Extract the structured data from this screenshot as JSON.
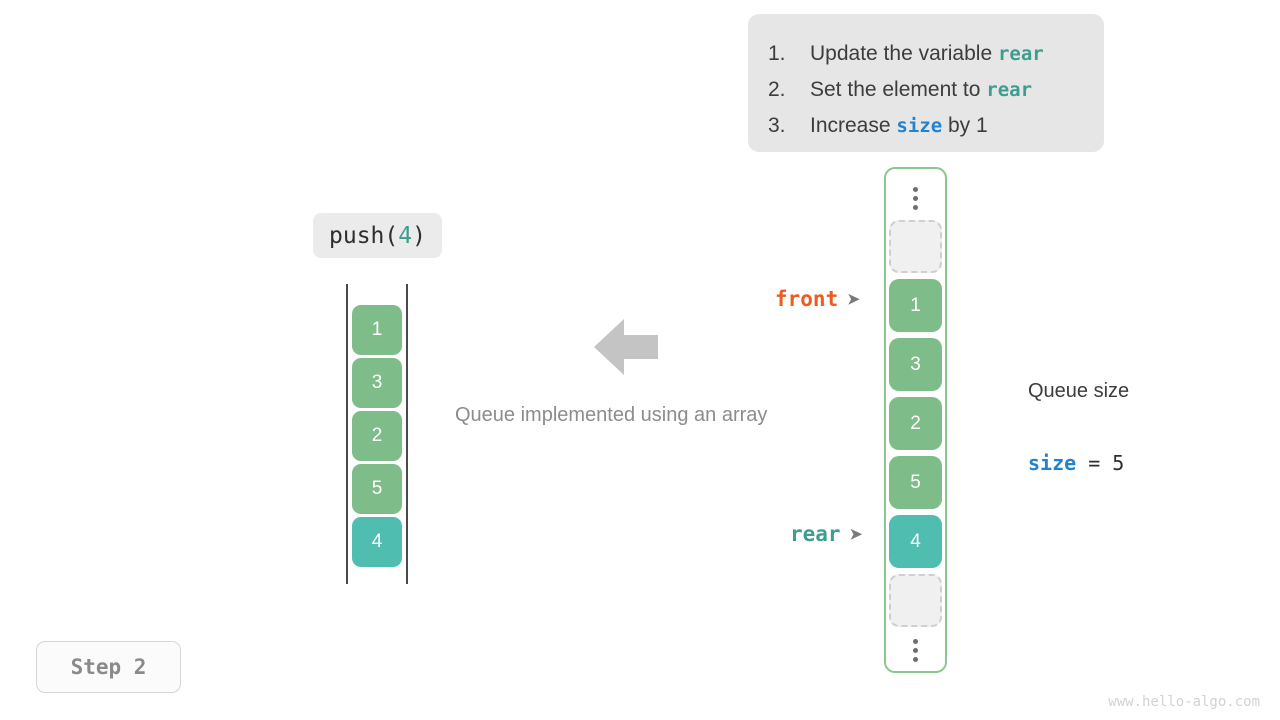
{
  "instructions": {
    "items": [
      {
        "num": "1.",
        "prefix": "Update the variable ",
        "code": "rear",
        "code_color": "teal",
        "suffix": ""
      },
      {
        "num": "2.",
        "prefix": "Set the element to ",
        "code": "rear",
        "code_color": "teal",
        "suffix": ""
      },
      {
        "num": "3.",
        "prefix": "Increase ",
        "code": "size",
        "code_color": "blue",
        "suffix": " by 1"
      }
    ]
  },
  "operation": {
    "label_prefix": "push(",
    "label_arg": "4",
    "label_suffix": ")"
  },
  "left_array": {
    "cells": [
      {
        "value": "1",
        "state": "filled"
      },
      {
        "value": "3",
        "state": "filled"
      },
      {
        "value": "2",
        "state": "filled"
      },
      {
        "value": "5",
        "state": "filled"
      },
      {
        "value": "4",
        "state": "highlight"
      }
    ]
  },
  "caption": "Queue implemented using an array",
  "pointers": {
    "front": {
      "label": "front",
      "arrow": "➤",
      "color": "#ec5b20"
    },
    "rear": {
      "label": "rear",
      "arrow": "➤",
      "color": "#3c9e8e"
    }
  },
  "queue": {
    "top_ellipsis": "⋮",
    "bottom_ellipsis": "⋮",
    "cells": [
      {
        "value": "",
        "state": "empty"
      },
      {
        "value": "1",
        "state": "filled"
      },
      {
        "value": "3",
        "state": "filled"
      },
      {
        "value": "2",
        "state": "filled"
      },
      {
        "value": "5",
        "state": "filled"
      },
      {
        "value": "4",
        "state": "highlight"
      },
      {
        "value": "",
        "state": "empty"
      }
    ]
  },
  "queue_size": {
    "title": "Queue size",
    "var_name": "size",
    "operator": " = ",
    "value": "5"
  },
  "step_badge": "Step 2",
  "watermark": "www.hello-algo.com",
  "colors": {
    "green": "#7ebc89",
    "teal": "#4fbdb0",
    "orange": "#ec5b20",
    "blue": "#1f83d2",
    "container_border": "#8cc68f",
    "card_bg": "#e6e6e6",
    "arrow_gray": "#c4c4c4"
  }
}
